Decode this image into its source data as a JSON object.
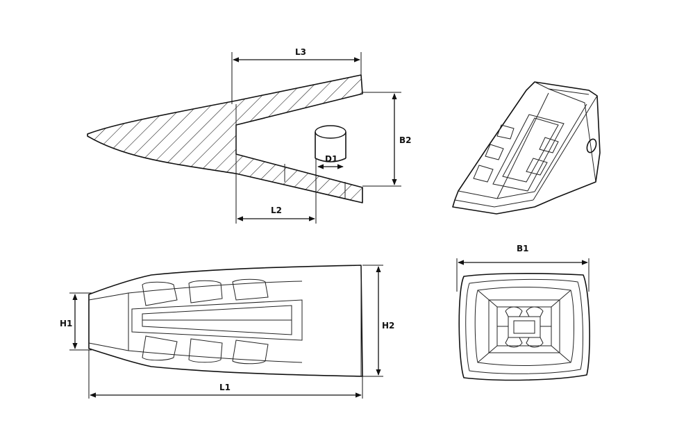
{
  "dimensions": {
    "L1": "L1",
    "L2": "L2",
    "L3": "L3",
    "B1": "B1",
    "B2": "B2",
    "H1": "H1",
    "H2": "H2",
    "D1": "D1"
  },
  "colors": {
    "line": "#111111",
    "background": "#ffffff"
  }
}
